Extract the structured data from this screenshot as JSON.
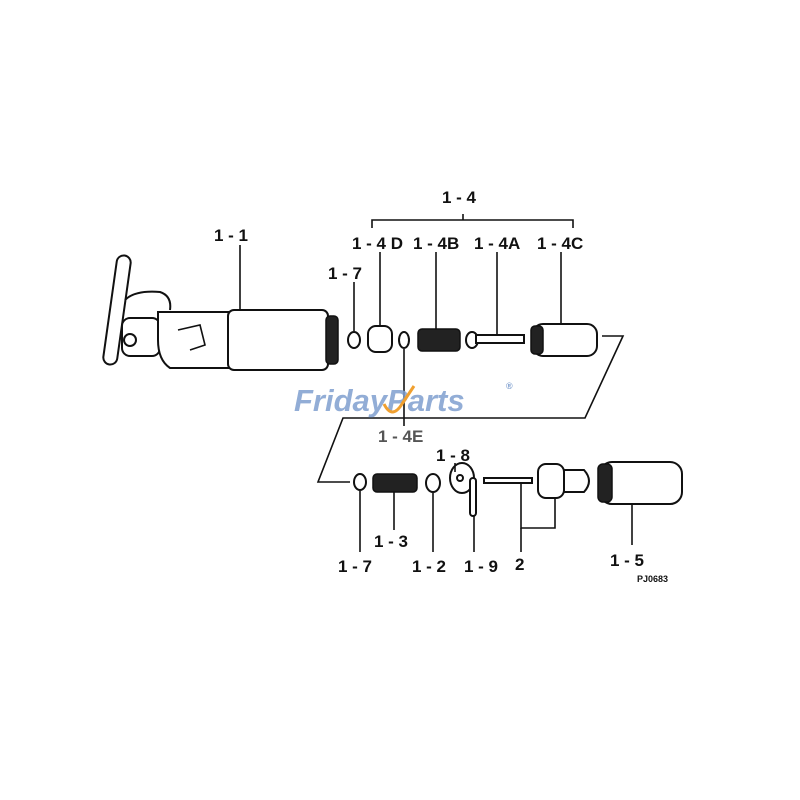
{
  "watermark": {
    "text": "FridayParts",
    "mark": "®",
    "color": "#7f9fcf",
    "accent": "#f0a030"
  },
  "labels": {
    "p1_1": "1 - 1",
    "p1_4": "1 - 4",
    "p1_4D": "1 - 4 D",
    "p1_4B": "1 - 4B",
    "p1_4A": "1 - 4A",
    "p1_4C": "1 - 4C",
    "p1_7_top": "1 - 7",
    "p1_4E": "1 - 4E",
    "p1_8": "1 - 8",
    "p1_7_bottom": "1 - 7",
    "p1_3": "1 - 3",
    "p1_2": "1 - 2",
    "p1_9": "1 - 9",
    "p2": "2",
    "p1_5": "1 - 5"
  },
  "drawing_code": "PJ0683"
}
